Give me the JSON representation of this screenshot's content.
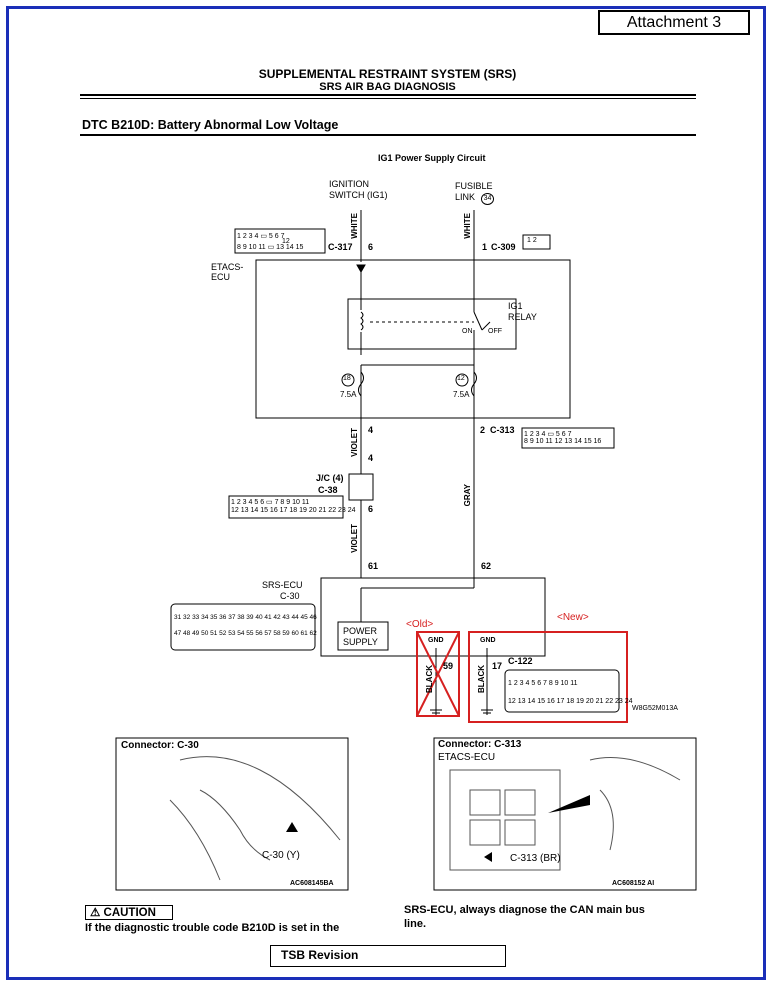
{
  "attachment_label": "Attachment 3",
  "header": {
    "title": "SUPPLEMENTAL RESTRAINT SYSTEM (SRS)",
    "subtitle": "SRS AIR BAG DIAGNOSIS"
  },
  "dtc_title": "DTC B210D: Battery Abnormal Low Voltage",
  "diagram": {
    "circuit_title": "IG1 Power Supply Circuit",
    "ignition_switch_line1": "IGNITION",
    "ignition_switch_line2": "SWITCH (IG1)",
    "fusible_link_line1": "FUSIBLE",
    "fusible_link_line2": "LINK",
    "fusible_link_num": "34",
    "wire_white_1": "WHITE",
    "wire_white_2": "WHITE",
    "pin_6_top": "6",
    "conn_c317": "C-317",
    "pin_1_top": "1",
    "conn_c309": "C-309",
    "etacs_line1": "ETACS-",
    "etacs_line2": "ECU",
    "ig1_relay_line1": "IG1",
    "ig1_relay_line2": "RELAY",
    "relay_on": "ON",
    "relay_off": "OFF",
    "fuse_18": "18",
    "fuse_12": "12",
    "fuse_rating_1": "7.5A",
    "fuse_rating_2": "7.5A",
    "pin_4_a": "4",
    "pin_2": "2",
    "conn_c313": "C-313",
    "wire_violet_1": "VIOLET",
    "pin_4_b": "4",
    "jc_label": "J/C (4)",
    "conn_c38": "C-38",
    "pin_6_b": "6",
    "wire_gray": "GRAY",
    "wire_violet_2": "VIOLET",
    "pin_61": "61",
    "pin_62": "62",
    "srs_ecu_label": "SRS-ECU",
    "conn_c30": "C-30",
    "power_supply_line1": "POWER",
    "power_supply_line2": "SUPPLY",
    "old_label": "<Old>",
    "new_label": "<New>",
    "gnd_old": "GND",
    "gnd_new": "GND",
    "wire_black_old": "BLACK",
    "wire_black_new": "BLACK",
    "pin_59": "59",
    "pin_17": "17",
    "conn_c122": "C-122",
    "fig_code": "W8G52M013A",
    "c317_grid_top": "1 2 3 4 ▭ 5 6 7",
    "c317_grid_mid": "12",
    "c317_grid_bot": "8 9 10 11 ▭ 13 14 15",
    "c309_grid": "1 2",
    "c313_grid_top": "1 2 3 4 ▭ 5 6 7",
    "c313_grid_bot": "8 9 10 11 12 13 14 15 16",
    "c38_grid_top": "1 2 3 4 5 6 ▭ 7 8 9 10 11",
    "c38_grid_bot": "12 13 14 15 16 17 18 19 20 21 22 23 24",
    "c30_grid_top": "31 32 33 34 35 36 37 38 39 40 41 42 43 44 45 46",
    "c30_grid_bot": "47 48 49 50 51 52 53 54 55 56 57 58 59 60 61 62",
    "c122_grid_top": "1 2 3 4 5 6 7 8 9 10 11",
    "c122_grid_bot": "12 13 14 15 16 17 18 19 20 21 22 23 24"
  },
  "photos": {
    "left_title": "Connector: C-30",
    "left_callout": "C-30 (Y)",
    "left_code": "AC608145BA",
    "right_title": "Connector: C-313",
    "right_subtitle": "ETACS-ECU",
    "right_callout": "C-313 (BR)",
    "right_code": "AC608152 AI"
  },
  "caution": {
    "label": "CAUTION",
    "icon": "warning-triangle-icon",
    "text": "If the diagnostic trouble code B210D is set in the"
  },
  "right_text_line1": "SRS-ECU, always diagnose the CAN main bus",
  "right_text_line2": "line.",
  "tsb_revision": "TSB Revision",
  "colors": {
    "frame_border": "#1a2fb8",
    "highlight_red": "#d62020"
  }
}
